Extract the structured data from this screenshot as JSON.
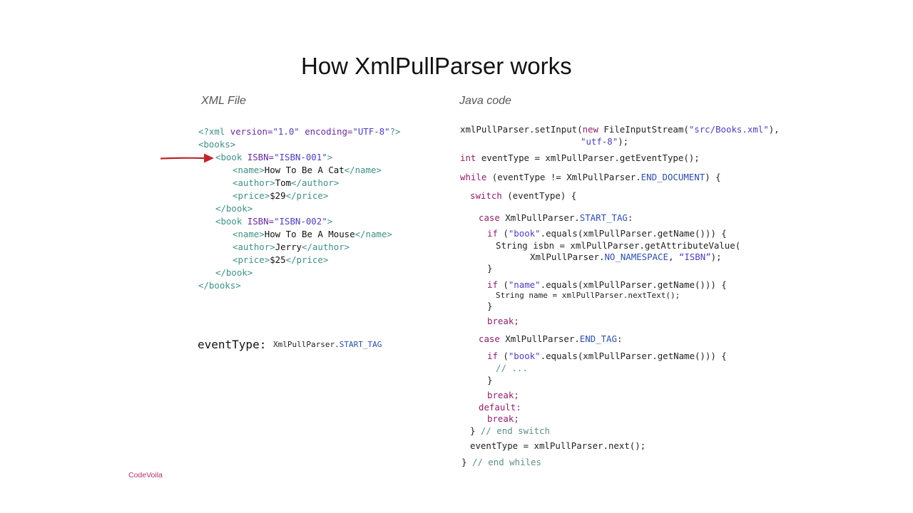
{
  "slide": {
    "title": "How XmlPullParser works",
    "xml_heading": "XML File",
    "java_heading": "Java code",
    "brand": "CodeVoila",
    "accent_colors": {
      "tag": "#3f8f88",
      "attribute": "#6c2a9c",
      "string": "#4a3fb8",
      "keyword": "#8e1f6a",
      "constant": "#2c4fa8",
      "comment": "#5e8e8a",
      "arrow": "#c0262a",
      "brand": "#b0306e"
    }
  },
  "xml": {
    "decl_open": "<?xml ",
    "decl_version_attr": "version=",
    "decl_version_val": "\"1.0\"",
    "decl_encoding_attr": " encoding=",
    "decl_encoding_val": "\"UTF-8\"",
    "decl_close": "?>",
    "books_open": "<books>",
    "book1_open_start": "<book ",
    "book1_attr": "ISBN=",
    "book1_val": "\"ISBN-001\"",
    "book1_open_end": ">",
    "book1_name_open": "<name>",
    "book1_name": "How To Be A Cat",
    "book1_name_close": "</name>",
    "book1_author_open": "<author>",
    "book1_author": "Tom",
    "book1_author_close": "</author>",
    "book1_price_open": "<price>",
    "book1_price": "$29",
    "book1_price_close": "</price>",
    "book1_close": "</book>",
    "book2_open_start": "<book ",
    "book2_attr": "ISBN=",
    "book2_val": "\"ISBN-002\"",
    "book2_open_end": ">",
    "book2_name_open": "<name>",
    "book2_name": "How To Be A Mouse",
    "book2_name_close": "</name>",
    "book2_author_open": "<author>",
    "book2_author": "Jerry",
    "book2_author_close": "</author>",
    "book2_price_open": "<price>",
    "book2_price": "$25",
    "book2_price_close": "</price>",
    "book2_close": "</book>",
    "books_close": "</books>"
  },
  "event": {
    "label": "eventType:",
    "value_prefix": "XmlPullParser.",
    "value_const": "START_TAG"
  },
  "java": {
    "l1a": "xmlPullParser.setInput(",
    "l1b": "new",
    "l1c": " FileInputStream(",
    "l1d": "\"src/Books.xml\"",
    "l1e": "),",
    "l2a": "\"utf-8\"",
    "l2b": ");",
    "l3a": "int",
    "l3b": " eventType = xmlPullParser.getEventType();",
    "l4a": "while",
    "l4b": " (eventType != XmlPullParser.",
    "l4c": "END_DOCUMENT",
    "l4d": ") {",
    "l5a": "switch",
    "l5b": " (eventType) {",
    "l6a": "case",
    "l6b": " XmlPullParser.",
    "l6c": "START_TAG",
    "l6d": ":",
    "l7a": "if",
    "l7b": " (",
    "l7c": "\"book\"",
    "l7d": ".equals(xmlPullParser.getName())) {",
    "l8": "String isbn = xmlPullParser.getAttributeValue(",
    "l9a": "XmlPullParser.",
    "l9b": "NO_NAMESPACE",
    "l9c": ", ",
    "l9d": "“ISBN”",
    "l9e": ");",
    "l10": "}",
    "l11a": "if",
    "l11b": " (",
    "l11c": "\"name\"",
    "l11d": ".equals(xmlPullParser.getName())) {",
    "l12": "String name = xmlPullParser.nextText();",
    "l13": "}",
    "l14": "break;",
    "l15a": "case",
    "l15b": " XmlPullParser.",
    "l15c": "END_TAG",
    "l15d": ":",
    "l16a": "if",
    "l16b": " (",
    "l16c": "\"book\"",
    "l16d": ".equals(xmlPullParser.getName())) {",
    "l17": "// ...",
    "l18": "}",
    "l19": "break;",
    "l20": "default:",
    "l21": "break;",
    "l22a": "}",
    "l22b": " // end switch",
    "l23": "eventType = xmlPullParser.next();",
    "l24a": "}",
    "l24b": " // end whiles"
  }
}
